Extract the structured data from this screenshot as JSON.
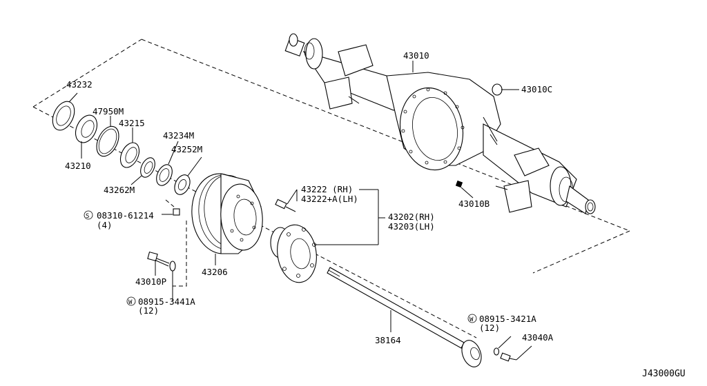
{
  "diagram_code": "J43000GU",
  "callouts": {
    "p43232": "43232",
    "p47950M": "47950M",
    "p43215": "43215",
    "p43234M": "43234M",
    "p43252M": "43252M",
    "p43210": "43210",
    "p43262M": "43262M",
    "p08310_61214": "08310-61214",
    "p08310_qty": "(4)",
    "p43010P": "43010P",
    "p08915_3441A": "08915-3441A",
    "p08915_3441A_qty": "(12)",
    "p43206": "43206",
    "p43222_rh": "43222 (RH)",
    "p43222A_lh": "43222+A(LH)",
    "p43202_rh": "43202(RH)",
    "p43203_lh": "43203(LH)",
    "p43010": "43010",
    "p43010C": "43010C",
    "p43010B": "43010B",
    "p38164": "38164",
    "p08915_3421A": "08915-3421A",
    "p08915_3421A_qty": "(12)",
    "p43040A": "43040A"
  },
  "symbols": {
    "s_mark": "S",
    "w_mark": "W"
  }
}
